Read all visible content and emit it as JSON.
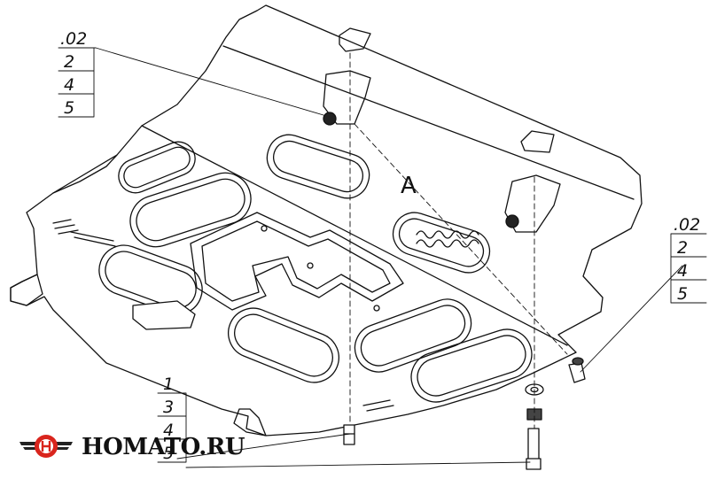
{
  "callouts": {
    "top_left": [
      ".02",
      "2",
      "4",
      "5"
    ],
    "right": [
      ".02",
      "2",
      "4",
      "5"
    ],
    "bottom": [
      "1",
      "3",
      "4",
      "5"
    ]
  },
  "plate_mark": "A",
  "brand": {
    "name": "HOMATO.RU",
    "icon": "homato-winged-logo-icon",
    "colors": {
      "red": "#d9251d",
      "dark": "#222222"
    }
  }
}
